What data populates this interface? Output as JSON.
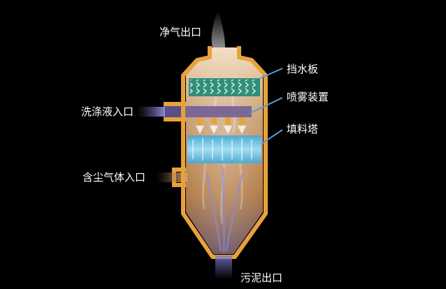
{
  "labels": {
    "clean_gas_outlet": "净气出口",
    "baffle_plate": "挡水板",
    "spray_device": "喷雾装置",
    "washing_liquid_inlet": "洗涤液入口",
    "packed_tower": "填料塔",
    "dusty_gas_inlet": "含尘气体入口",
    "sludge_outlet": "污泥出口"
  },
  "colors": {
    "background": "#000000",
    "shell": "#e8a23c",
    "baffle": "#2f8f7a",
    "packing": "#5fc8ee",
    "gas_flow": "#b7b7d6"
  }
}
